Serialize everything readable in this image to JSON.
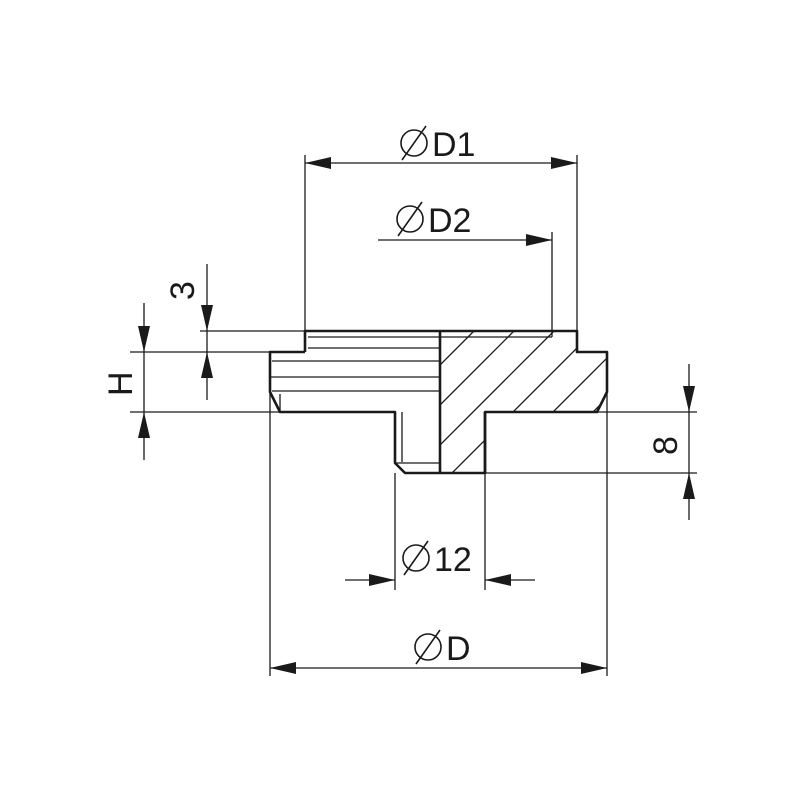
{
  "drawing": {
    "labels": {
      "d1": "D1",
      "d2": "D2",
      "d": "D",
      "d12": "12",
      "h": "H",
      "three": "3",
      "eight": "8"
    },
    "line_color": "#1a1a1a",
    "background": "#ffffff"
  }
}
